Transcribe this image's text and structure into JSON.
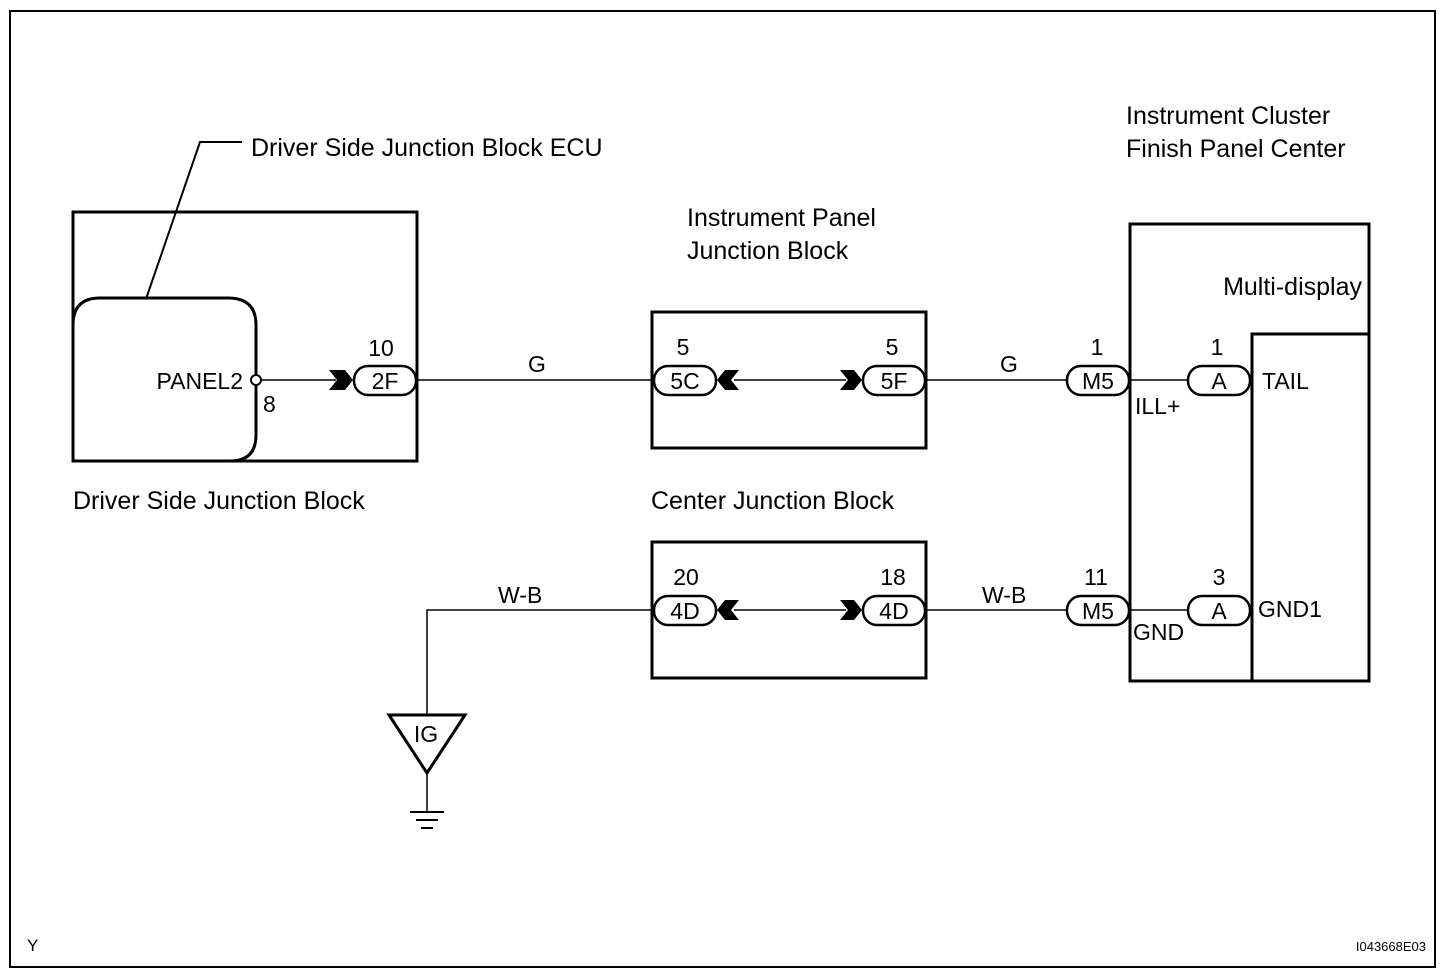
{
  "components": {
    "dsjb_ecu": "Driver Side Junction Block ECU",
    "dsjb": "Driver Side Junction Block",
    "ipjb_line1": "Instrument Panel",
    "ipjb_line2": "Junction Block",
    "cjb": "Center Junction Block",
    "cluster_line1": "Instrument Cluster",
    "cluster_line2": "Finish Panel Center",
    "multi_display": "Multi-display"
  },
  "terminals": {
    "panel2": "PANEL2",
    "panel2_pin": "8",
    "ill": "ILL+",
    "gnd": "GND",
    "tail": "TAIL",
    "gnd1": "GND1"
  },
  "connectors": {
    "c2f": {
      "id": "2F",
      "pin": "10"
    },
    "c5c": {
      "id": "5C",
      "pin": "5"
    },
    "c5f": {
      "id": "5F",
      "pin": "5"
    },
    "m5_top": {
      "id": "M5",
      "pin": "1"
    },
    "a_top": {
      "id": "A",
      "pin": "1"
    },
    "c4d_left": {
      "id": "4D",
      "pin": "20"
    },
    "c4d_right": {
      "id": "4D",
      "pin": "18"
    },
    "m5_bottom": {
      "id": "M5",
      "pin": "11"
    },
    "a_bottom": {
      "id": "A",
      "pin": "3"
    }
  },
  "wires": {
    "g1": "G",
    "g2": "G",
    "wb1": "W-B",
    "wb2": "W-B"
  },
  "ground": {
    "label": "IG"
  },
  "footer": {
    "left_code": "Y",
    "right_code": "I043668E03"
  }
}
